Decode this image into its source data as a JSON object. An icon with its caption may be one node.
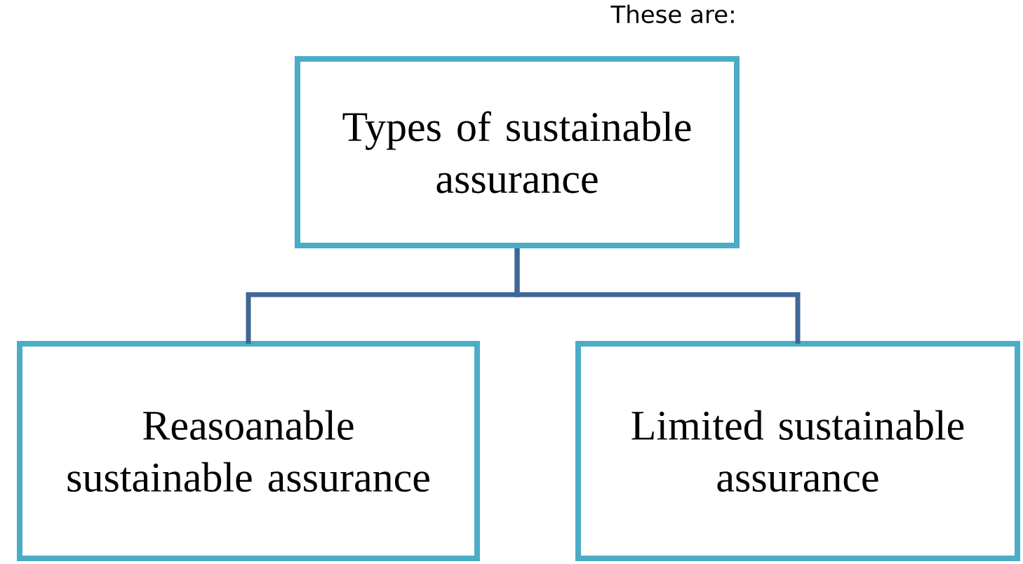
{
  "diagram": {
    "nodes": [
      {
        "text": [
          "Types of sustainable assurance"
        ]
      },
      {
        "text": [
          "Reasoanable sustainable assurance"
        ]
      },
      {
        "text": [
          "Limited sustainable assurance"
        ]
      }
    ],
    "edges": [
      {
        "from": 0,
        "to": 1,
        "arrow": "none"
      },
      {
        "from": 0,
        "to": 2,
        "arrow": "none"
      }
    ],
    "labels": [
      "These are:"
    ]
  }
}
